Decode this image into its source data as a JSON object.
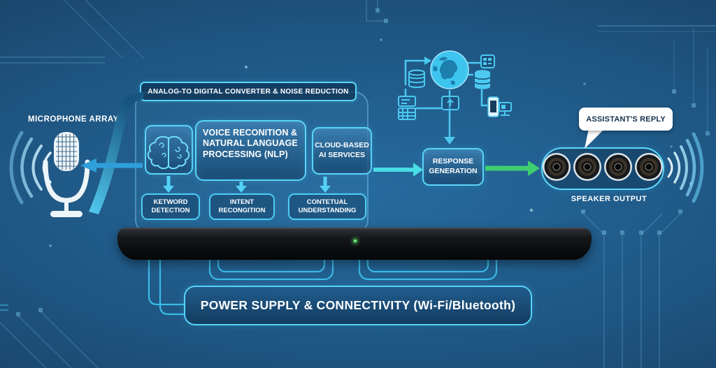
{
  "labels": {
    "microphone_array": "MICROPHONE ARRAY",
    "adc": "ANALOG-TO DIGITAL CONVERTER & NOISE REDUCTION",
    "voice_nlp": "VOICE RECONITION & NATURAL LANGUAGE PROCESSING (NLP)",
    "cloud_ai": "CLOUD-BASED AI SERVICES",
    "keyword_detection": "KETWORD DETECTION",
    "intent_recognition": "INTENT RECONGITION",
    "contextual_understanding": "CONTETUAL UNDERSTANDING",
    "response_generation": "RESPONSE GENERATION",
    "assistants_reply": "ASSISTANT'S REPLY",
    "speaker_output": "SPEAKER OUTPUT",
    "power_supply": "POWER SUPPLY & CONNECTIVITY (Wi-Fi/Bluetooth)"
  },
  "colors": {
    "background_base": "#1e5480",
    "accent_cyan": "#59d5f8",
    "arrow_blue": "#2f9fda",
    "arrow_teal": "#49dde6",
    "arrow_green": "#3fcf71",
    "box_fill": "#1e5687",
    "text_white": "#ffffff",
    "bubble_text": "#14304d",
    "led_green": "#74f584",
    "device_bar": "#0b0d0f"
  },
  "icons": {
    "microphone": "microphone-icon",
    "sound_waves_left": "sound-waves-left-icon",
    "brain": "brain-icon",
    "globe": "globe-icon",
    "database_outline": "database-outline-icon",
    "database_stack": "database-stack-icon",
    "server": "server-icon",
    "upload": "upload-icon",
    "badge": "badge-icon",
    "devices": "devices-icon",
    "speakers": "speaker-icon",
    "sound_waves_right": "sound-waves-right-icon"
  }
}
